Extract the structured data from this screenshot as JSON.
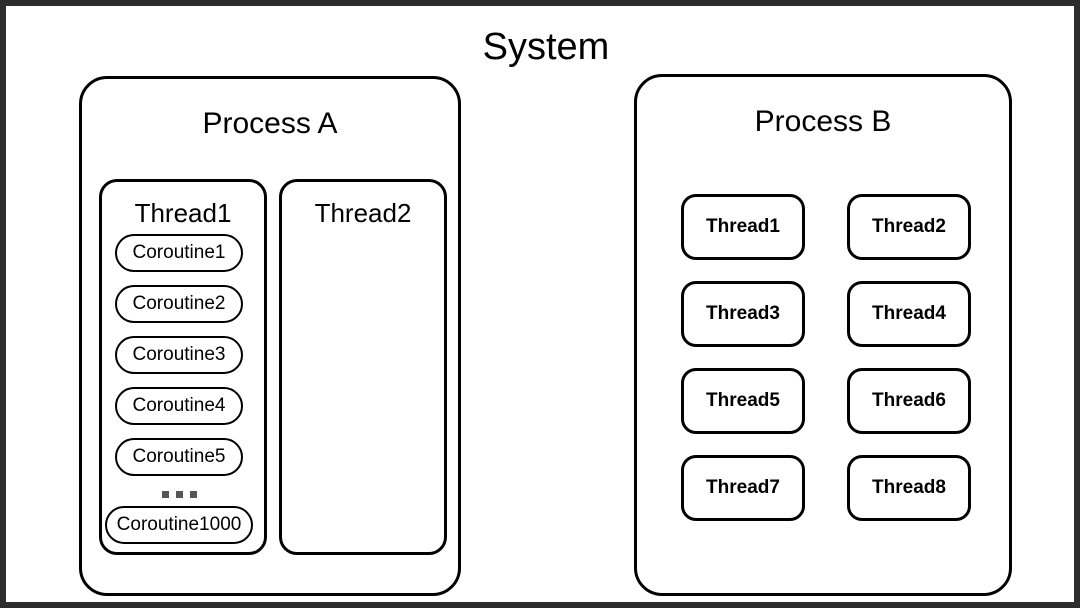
{
  "diagram": {
    "title": "System",
    "processes": [
      {
        "id": "process-a",
        "title": "Process A",
        "threads": [
          {
            "label": "Thread1"
          },
          {
            "label": "Thread2"
          }
        ],
        "coroutines": [
          "Coroutine1",
          "Coroutine2",
          "Coroutine3",
          "Coroutine4",
          "Coroutine5",
          "Coroutine1000"
        ],
        "ellipsis": "..."
      },
      {
        "id": "process-b",
        "title": "Process B",
        "threads": [
          {
            "label": "Thread1"
          },
          {
            "label": "Thread2"
          },
          {
            "label": "Thread3"
          },
          {
            "label": "Thread4"
          },
          {
            "label": "Thread5"
          },
          {
            "label": "Thread6"
          },
          {
            "label": "Thread7"
          },
          {
            "label": "Thread8"
          }
        ]
      }
    ]
  },
  "colors": {
    "frame": "#2d2d2d",
    "stroke": "#000000",
    "background": "#ffffff",
    "ellipsis_dot": "#555555"
  }
}
